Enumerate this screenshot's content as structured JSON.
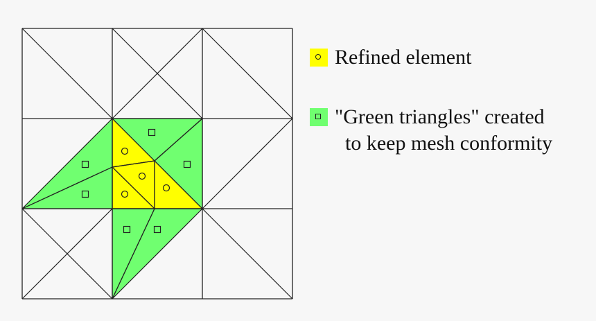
{
  "colors": {
    "background": "#f7f7f7",
    "refined": "#ffff00",
    "green": "#70ff70",
    "line": "#222222"
  },
  "legend": {
    "items": [
      {
        "label": "Refined element",
        "marker": "circle",
        "color": "#ffff00"
      },
      {
        "label": "\"Green triangles\" created",
        "label2": "to keep mesh conformity",
        "marker": "square",
        "color": "#70ff70"
      }
    ]
  },
  "mesh": {
    "grid": {
      "xs": [
        32,
        162,
        292,
        422
      ],
      "ys": [
        41,
        171,
        301,
        431
      ]
    },
    "refined_triangles": [
      [
        [
          162,
          171
        ],
        [
          223,
          232
        ],
        [
          162,
          241
        ]
      ],
      [
        [
          162,
          241
        ],
        [
          223,
          232
        ],
        [
          223,
          301
        ]
      ],
      [
        [
          162,
          241
        ],
        [
          223,
          301
        ],
        [
          162,
          301
        ]
      ],
      [
        [
          223,
          232
        ],
        [
          292,
          301
        ],
        [
          223,
          301
        ]
      ]
    ],
    "green_triangles": [
      [
        [
          162,
          171
        ],
        [
          292,
          171
        ],
        [
          223,
          232
        ]
      ],
      [
        [
          292,
          171
        ],
        [
          292,
          301
        ],
        [
          223,
          232
        ]
      ],
      [
        [
          32,
          301
        ],
        [
          162,
          171
        ],
        [
          162,
          241
        ]
      ],
      [
        [
          32,
          301
        ],
        [
          162,
          241
        ],
        [
          162,
          301
        ]
      ],
      [
        [
          162,
          301
        ],
        [
          223,
          301
        ],
        [
          162,
          431
        ]
      ],
      [
        [
          223,
          301
        ],
        [
          292,
          301
        ],
        [
          162,
          431
        ]
      ]
    ],
    "circle_markers": [
      [
        180,
        218
      ],
      [
        205,
        254
      ],
      [
        180,
        280
      ],
      [
        240,
        271
      ]
    ],
    "square_markers": [
      [
        219,
        191
      ],
      [
        270,
        237
      ],
      [
        123,
        237
      ],
      [
        123,
        280
      ],
      [
        183,
        331
      ],
      [
        227,
        331
      ]
    ],
    "diagonals": [
      [
        [
          32,
          41
        ],
        [
          162,
          171
        ]
      ],
      [
        [
          292,
          41
        ],
        [
          162,
          171
        ]
      ],
      [
        [
          162,
          41
        ],
        [
          292,
          171
        ]
      ],
      [
        [
          292,
          41
        ],
        [
          422,
          171
        ]
      ],
      [
        [
          422,
          171
        ],
        [
          292,
          301
        ]
      ],
      [
        [
          292,
          301
        ],
        [
          422,
          431
        ]
      ],
      [
        [
          162,
          431
        ],
        [
          32,
          301
        ]
      ],
      [
        [
          162,
          301
        ],
        [
          32,
          431
        ]
      ]
    ]
  }
}
